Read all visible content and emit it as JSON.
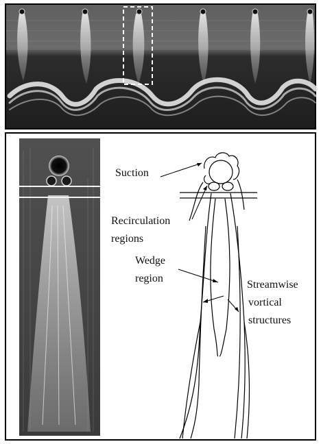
{
  "figure": {
    "labels": {
      "suction": "Suction",
      "recirculation_line1": "Recirculation",
      "recirculation_line2": "regions",
      "wedge_line1": "Wedge",
      "wedge_line2": "region",
      "streamwise_line1": "Streamwise",
      "streamwise_line2": "vortical",
      "streamwise_line3": "structures"
    }
  }
}
